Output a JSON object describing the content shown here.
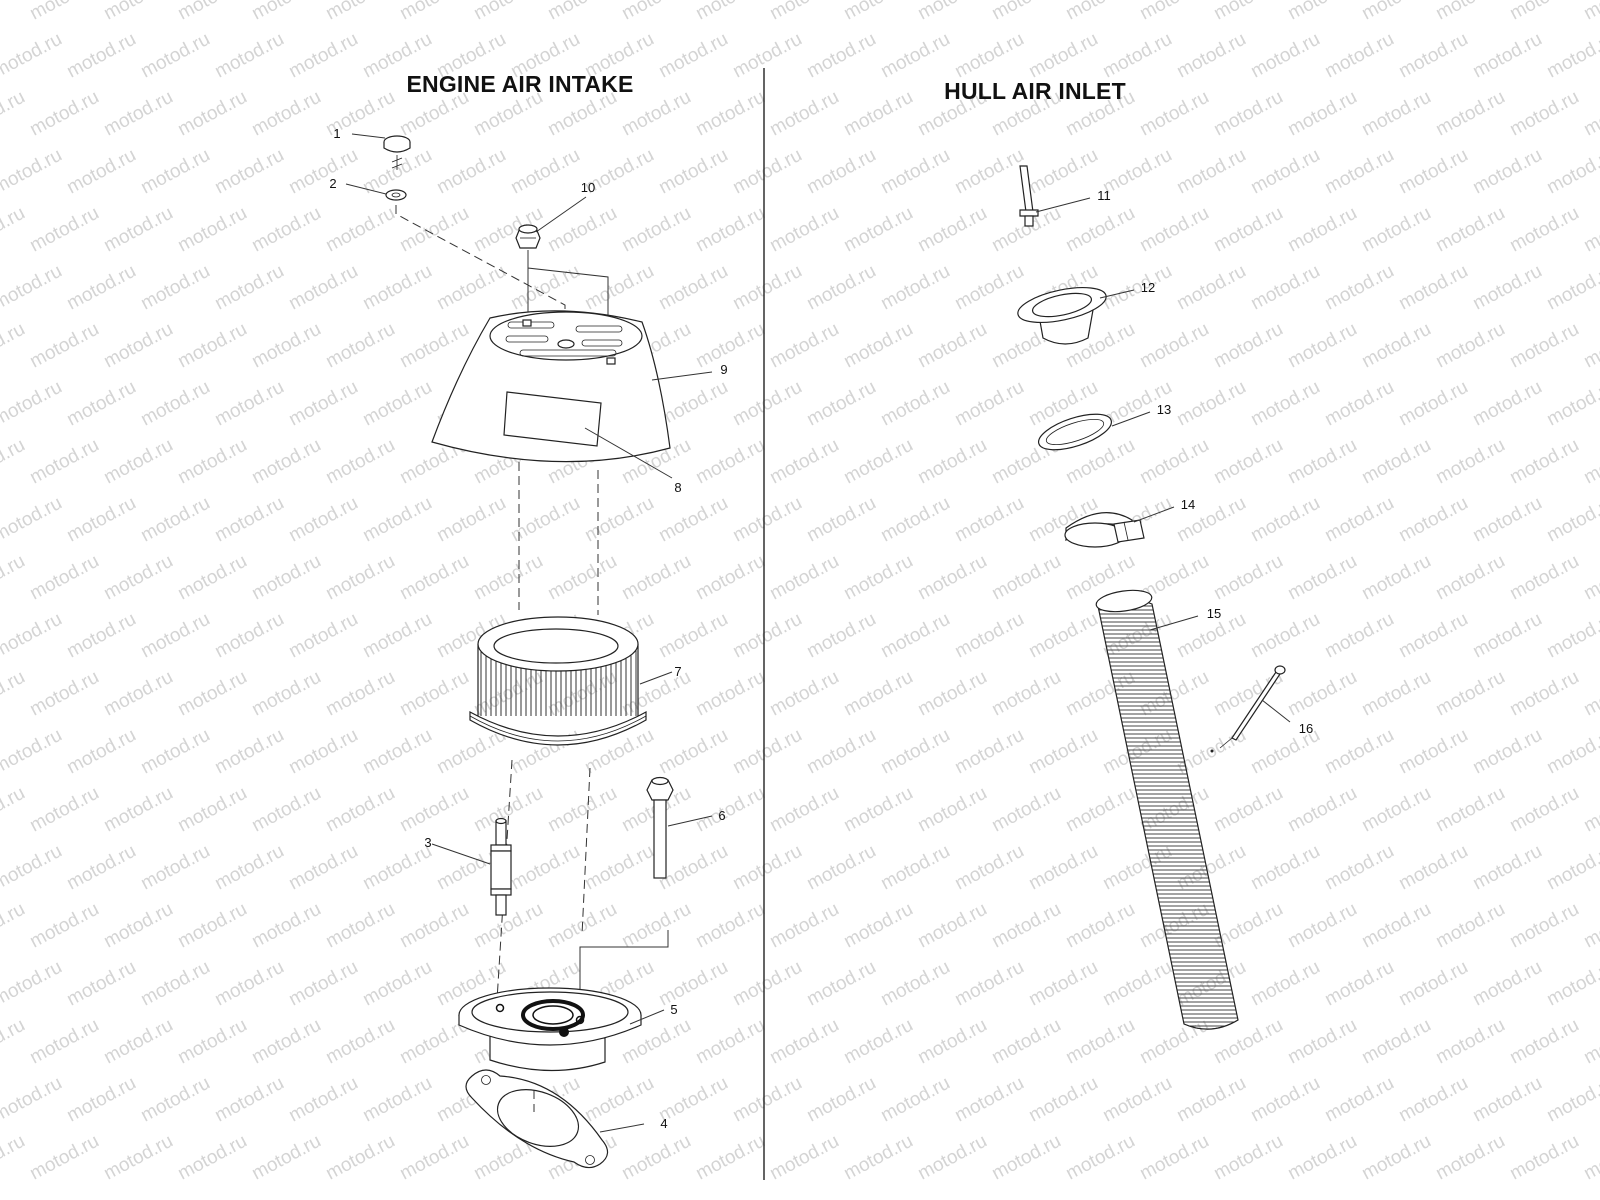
{
  "watermark": "motod.ru",
  "sections": {
    "left_title": "ENGINE AIR INTAKE",
    "right_title": "HULL AIR INLET"
  },
  "callouts": [
    "1",
    "2",
    "3",
    "4",
    "5",
    "6",
    "7",
    "8",
    "9",
    "10",
    "11",
    "12",
    "13",
    "14",
    "15",
    "16"
  ]
}
